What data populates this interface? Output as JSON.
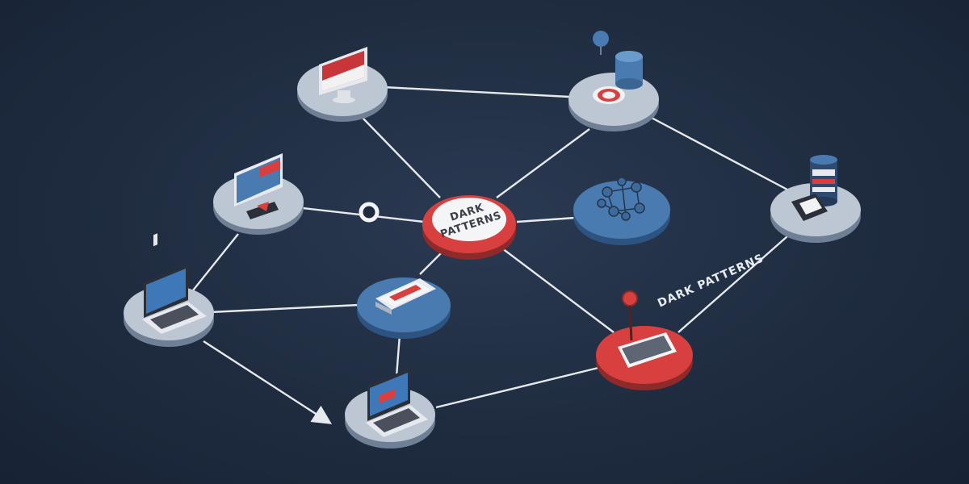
{
  "center_label_line1": "DARK",
  "center_label_line2": "PATTERNS",
  "side_label": "DARK PATTERNS",
  "colors": {
    "background": "#1e2a3d",
    "node_gray": "#b9c3d0",
    "node_blue": "#4a7bb0",
    "node_red": "#d8403f",
    "line": "#e6e9ee"
  },
  "nodes": [
    {
      "id": "monitor-ad",
      "icon": "monitor-icon"
    },
    {
      "id": "database-target",
      "icon": "database-target-icon"
    },
    {
      "id": "dashboard-screen",
      "icon": "dashboard-icon"
    },
    {
      "id": "dark-patterns-hub",
      "icon": "dark-patterns-badge"
    },
    {
      "id": "neural-network",
      "icon": "network-icon"
    },
    {
      "id": "storage-cylinder",
      "icon": "cylinder-icon"
    },
    {
      "id": "laptop-chart",
      "icon": "laptop-icon"
    },
    {
      "id": "card-node",
      "icon": "card-icon"
    },
    {
      "id": "keyboard-pin",
      "icon": "pin-icon"
    },
    {
      "id": "laptop-bottom",
      "icon": "laptop-icon"
    }
  ]
}
